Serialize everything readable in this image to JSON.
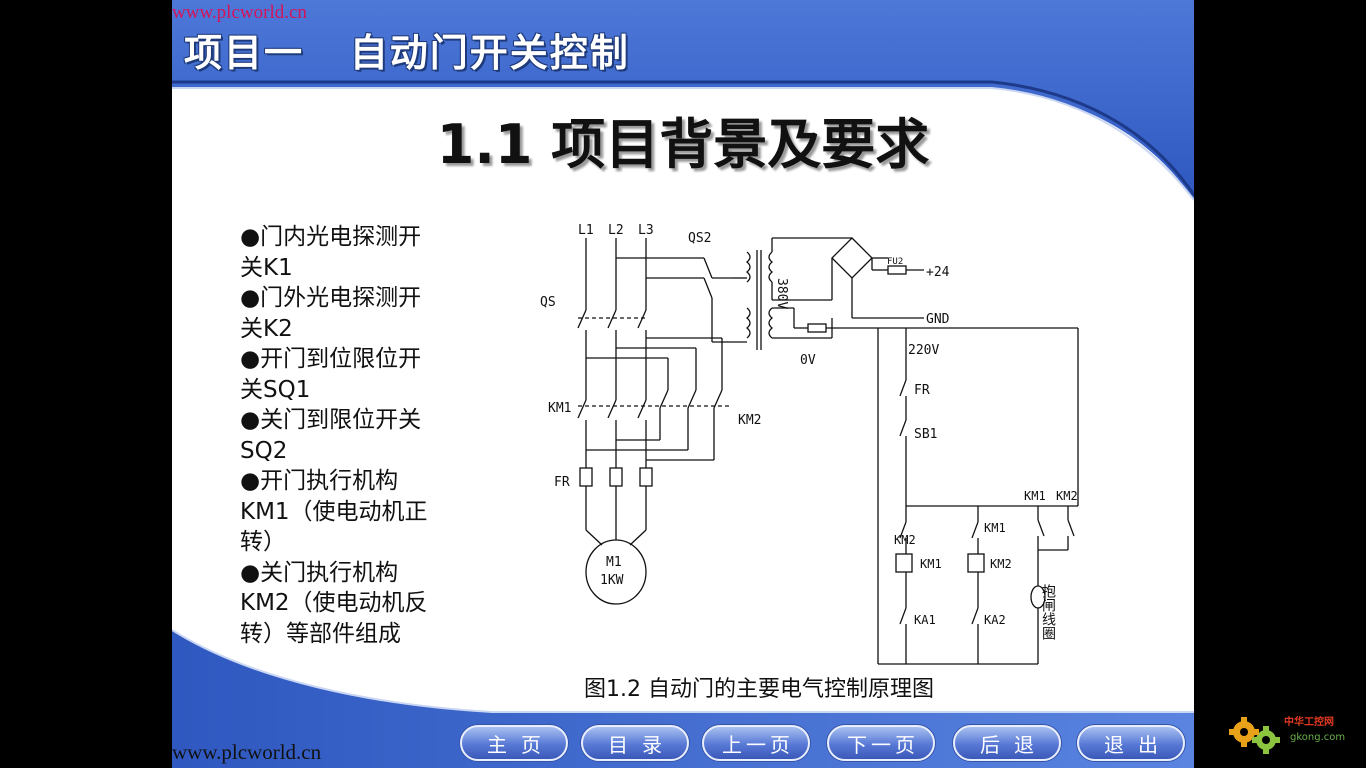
{
  "watermark_top": "www.plcworld.cn",
  "watermark_bottom": "www.plcworld.cn",
  "header": {
    "title": "项目一   自动门开关控制"
  },
  "section_title": "1.1 项目背景及要求",
  "bullets": [
    "●门内光电探测开关K1",
    "●门外光电探测开关K2",
    "●开门到位限位开关SQ1",
    "●关门到限位开关SQ2",
    "●开门执行机构KM1（使电动机正转）",
    "●关门执行机构KM2（使电动机反转）等部件组成"
  ],
  "bullet_lines": [
    "●门内光电探测开",
    "关K1",
    "●门外光电探测开",
    "关K2",
    "●开门到位限位开",
    "关SQ1",
    "●关门到限位开关",
    "SQ2",
    "●开门执行机构",
    "KM1（使电动机正",
    "转）",
    "●关门执行机构",
    "KM2（使电动机反",
    "转）等部件组成"
  ],
  "diagram_labels": {
    "l1": "L1",
    "l2": "L2",
    "l3": "L3",
    "qs2": "QS2",
    "qs": "QS",
    "km1": "KM1",
    "km2": "KM2",
    "fr": "FR",
    "motor_name": "M1",
    "motor_power": "1KW",
    "v380": "380V",
    "fu2": "FU2",
    "plus24": "+24",
    "gnd": "GND",
    "ov": "0V",
    "v220": "220V",
    "fr2": "FR",
    "sb1": "SB1",
    "km1_top": "KM1",
    "km2_top": "KM2",
    "km2_contact": "KM2",
    "km1_contact": "KM1",
    "km1_coil": "KM1",
    "km2_coil": "KM2",
    "ka1": "KA1",
    "ka2": "KA2",
    "brake_coil": "抱闸线圈"
  },
  "caption": "图1.2 自动门的主要电气控制原理图",
  "nav": [
    {
      "label": "主页"
    },
    {
      "label": "目录"
    },
    {
      "label": "上一页"
    },
    {
      "label": "下一页"
    },
    {
      "label": "后退"
    },
    {
      "label": "退出"
    }
  ],
  "logo": {
    "name": "中华工控网",
    "url_text": "gkong.com"
  },
  "colors": {
    "header_blue": "#3a63c9",
    "dark_blue": "#2a4aa8",
    "button_blue": "#5878d6",
    "watermark_red": "#d4145a"
  }
}
